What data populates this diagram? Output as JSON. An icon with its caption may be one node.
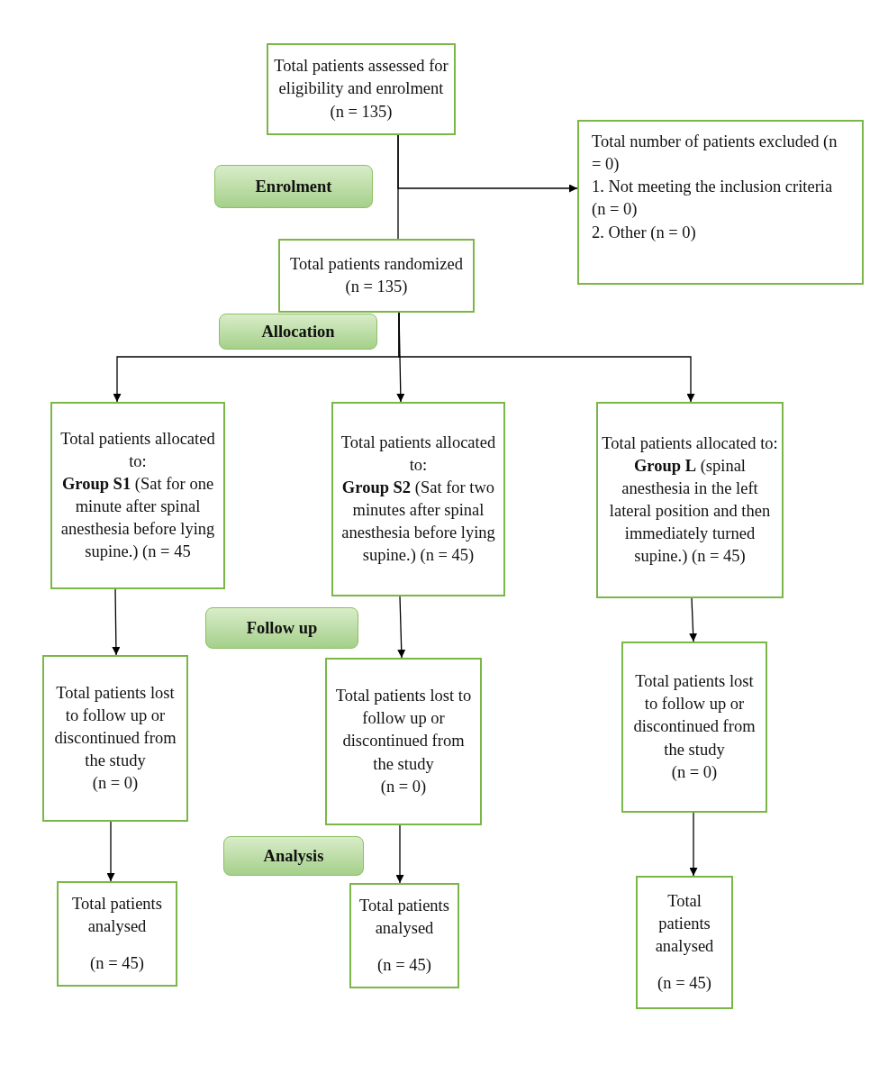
{
  "diagram": {
    "nodes": [
      {
        "text": [
          "Total patients assessed for eligibility and enrolment",
          "(n = 135)"
        ]
      },
      {
        "text": [
          "Total number of patients excluded (n = 0)",
          "1. Not meeting the inclusion criteria (n = 0)",
          "2. Other (n = 0)"
        ]
      },
      {
        "text": [
          "Enrolment"
        ]
      },
      {
        "text": [
          "Total patients randomized",
          "(n = 135)"
        ]
      },
      {
        "text": [
          "Allocation"
        ]
      },
      {
        "text": [
          "Total patients allocated to:",
          "**Group S1** (Sat for one minute after spinal anesthesia before lying supine.) (n = 45"
        ]
      },
      {
        "text": [
          "Total patients allocated to:",
          "**Group S2** (Sat for two minutes after spinal anesthesia before lying supine.) (n = 45)"
        ]
      },
      {
        "text": [
          "Total patients allocated to: **Group L** (spinal anesthesia in the left lateral position and then immediately turned supine.) (n = 45)"
        ]
      },
      {
        "text": [
          "Follow up"
        ]
      },
      {
        "text": [
          "Total patients lost to follow up or discontinued from the study",
          "(n = 0)"
        ]
      },
      {
        "text": [
          "Total patients lost to follow up or discontinued from the study",
          "(n = 0)"
        ]
      },
      {
        "text": [
          "Total patients lost to follow up or discontinued from the study",
          "(n = 0)"
        ]
      },
      {
        "text": [
          "Analysis"
        ]
      },
      {
        "text": [
          "Total patients analysed",
          "(n = 45)"
        ]
      },
      {
        "text": [
          "Total patients analysed",
          "(n = 45)"
        ]
      },
      {
        "text": [
          "Total patients analysed",
          "(n = 45)"
        ]
      }
    ],
    "edges": [
      {
        "from": 0,
        "to": 1,
        "arrow": "to"
      },
      {
        "from": 0,
        "to": 3,
        "arrow": "none"
      },
      {
        "from": 3,
        "to": 5,
        "arrow": "to"
      },
      {
        "from": 3,
        "to": 6,
        "arrow": "to"
      },
      {
        "from": 3,
        "to": 7,
        "arrow": "to"
      },
      {
        "from": 5,
        "to": 9,
        "arrow": "to"
      },
      {
        "from": 6,
        "to": 10,
        "arrow": "to"
      },
      {
        "from": 7,
        "to": 11,
        "arrow": "to"
      },
      {
        "from": 9,
        "to": 13,
        "arrow": "to"
      },
      {
        "from": 10,
        "to": 14,
        "arrow": "to"
      },
      {
        "from": 11,
        "to": 15,
        "arrow": "to"
      }
    ]
  }
}
